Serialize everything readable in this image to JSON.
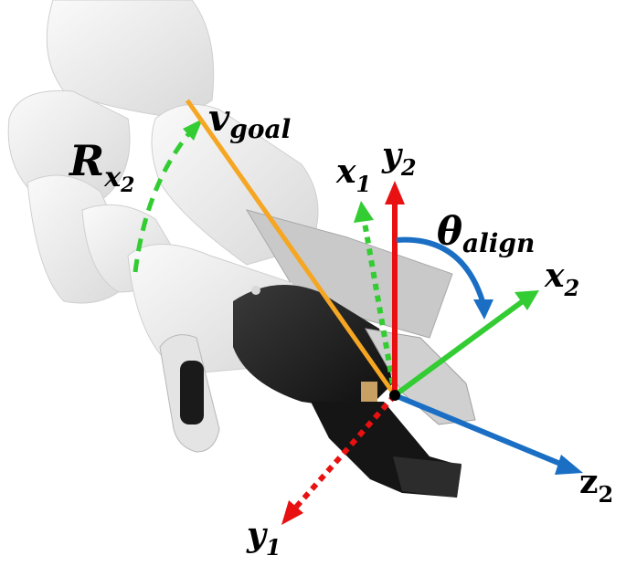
{
  "labels": {
    "rotation": {
      "main": "R",
      "sub": "x",
      "subsub": "2"
    },
    "goal": {
      "main": "v",
      "sub": "goal"
    },
    "x1": {
      "main": "x",
      "sub": "1"
    },
    "y2": {
      "main": "y",
      "sub": "2"
    },
    "theta": {
      "main": "θ",
      "sub": "align"
    },
    "x2": {
      "main": "x",
      "sub": "2"
    },
    "z2": {
      "main": "z",
      "sub": "2"
    },
    "y1": {
      "main": "y",
      "sub": "1"
    }
  },
  "colors": {
    "goal_vector": "#f5a623",
    "rotation_arc": "#33cc33",
    "frame1_x": "#33cc33",
    "frame1_y": "#e81010",
    "frame2_x": "#33cc33",
    "frame2_y": "#e81010",
    "frame2_z": "#1a6fc4",
    "align_arc": "#1a6fc4",
    "robot_body": "#eeeeee",
    "gripper": "#1a1a1a"
  },
  "icons": {
    "robot": "robot-arm-illustration",
    "origin": "frame-origin-dot"
  }
}
